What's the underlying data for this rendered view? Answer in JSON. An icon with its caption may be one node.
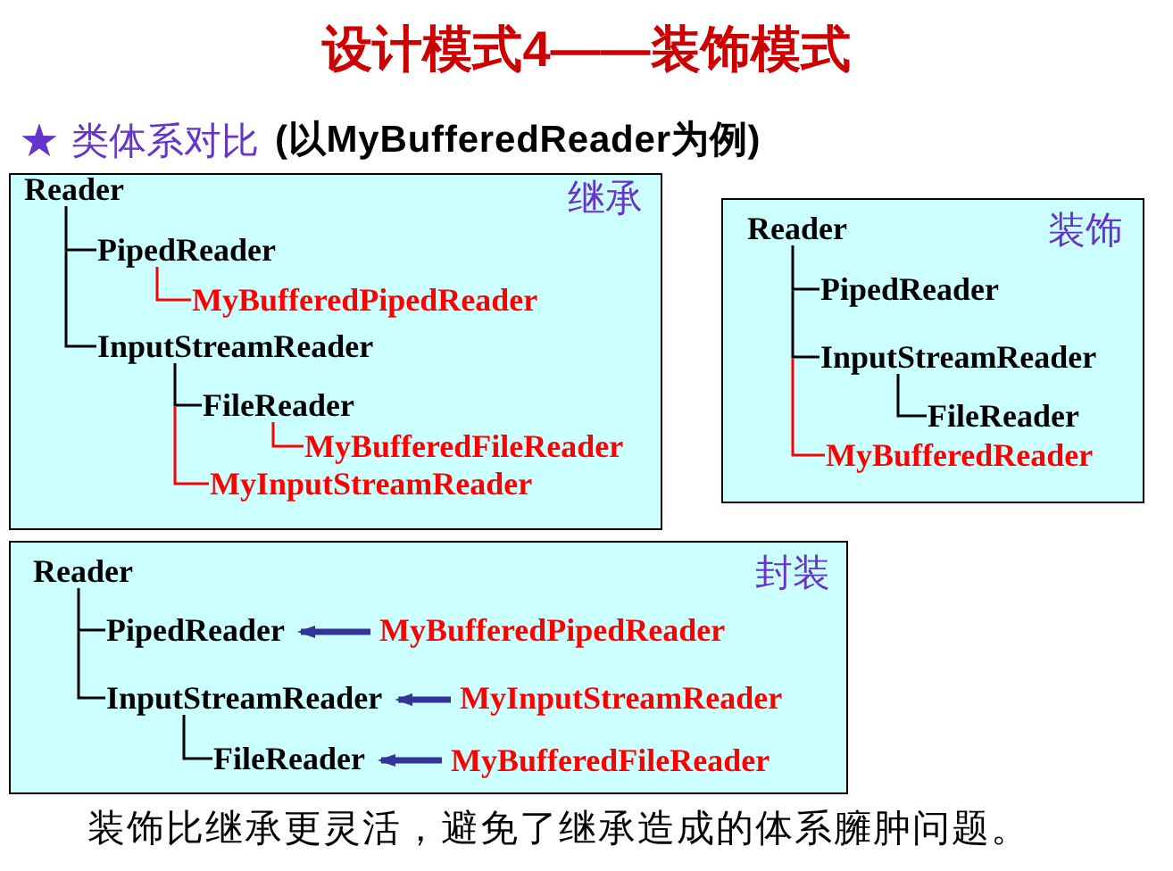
{
  "diagram": {
    "title": "设计模式4——装饰模式",
    "caption": "装饰比继承更灵活，避免了继承造成的体系臃肿问题。",
    "nodes": [
      {
        "text": [
          "继承"
        ]
      },
      {
        "text": [
          "Reader"
        ],
        "in": 0
      },
      {
        "text": [
          "PipedReader"
        ],
        "in": 0
      },
      {
        "text": [
          "MyBufferedPipedReader"
        ],
        "in": 0
      },
      {
        "text": [
          "InputStreamReader"
        ],
        "in": 0
      },
      {
        "text": [
          "FileReader"
        ],
        "in": 0
      },
      {
        "text": [
          "MyBufferedFileReader"
        ],
        "in": 0
      },
      {
        "text": [
          "MyInputStreamReader"
        ],
        "in": 0
      },
      {
        "text": [
          "装饰"
        ]
      },
      {
        "text": [
          "Reader"
        ],
        "in": 8
      },
      {
        "text": [
          "PipedReader"
        ],
        "in": 8
      },
      {
        "text": [
          "InputStreamReader"
        ],
        "in": 8
      },
      {
        "text": [
          "FileReader"
        ],
        "in": 8
      },
      {
        "text": [
          "MyBufferedReader"
        ],
        "in": 8
      },
      {
        "text": [
          "封装"
        ]
      },
      {
        "text": [
          "Reader"
        ],
        "in": 14
      },
      {
        "text": [
          "PipedReader"
        ],
        "in": 14
      },
      {
        "text": [
          "MyBufferedPipedReader"
        ],
        "in": 14
      },
      {
        "text": [
          "InputStreamReader"
        ],
        "in": 14
      },
      {
        "text": [
          "MyInputStreamReader"
        ],
        "in": 14
      },
      {
        "text": [
          "FileReader"
        ],
        "in": 14
      },
      {
        "text": [
          "MyBufferedFileReader"
        ],
        "in": 14
      }
    ],
    "edges": [
      {
        "from": 1,
        "to": 2,
        "arrow": "none"
      },
      {
        "from": 1,
        "to": 4,
        "arrow": "none"
      },
      {
        "from": 2,
        "to": 3,
        "arrow": "none",
        "color": "#ff0000"
      },
      {
        "from": 4,
        "to": 5,
        "arrow": "none"
      },
      {
        "from": 5,
        "to": 6,
        "arrow": "none",
        "color": "#ff0000"
      },
      {
        "from": 4,
        "to": 7,
        "arrow": "none",
        "color": "#ff0000"
      },
      {
        "from": 9,
        "to": 10,
        "arrow": "none"
      },
      {
        "from": 9,
        "to": 11,
        "arrow": "none"
      },
      {
        "from": 11,
        "to": 12,
        "arrow": "none"
      },
      {
        "from": 9,
        "to": 13,
        "arrow": "none",
        "color": "#ff0000"
      },
      {
        "from": 15,
        "to": 16,
        "arrow": "none"
      },
      {
        "from": 15,
        "to": 18,
        "arrow": "none"
      },
      {
        "from": 18,
        "to": 20,
        "arrow": "none"
      },
      {
        "from": 17,
        "to": 16,
        "arrow": "to",
        "style": "thick",
        "color": "#333399"
      },
      {
        "from": 19,
        "to": 18,
        "arrow": "to",
        "style": "thick",
        "color": "#333399"
      },
      {
        "from": 21,
        "to": 20,
        "arrow": "to",
        "style": "thick",
        "color": "#333399"
      }
    ],
    "labels": [
      "类体系对比",
      "(以MyBufferedReader为例)"
    ]
  }
}
